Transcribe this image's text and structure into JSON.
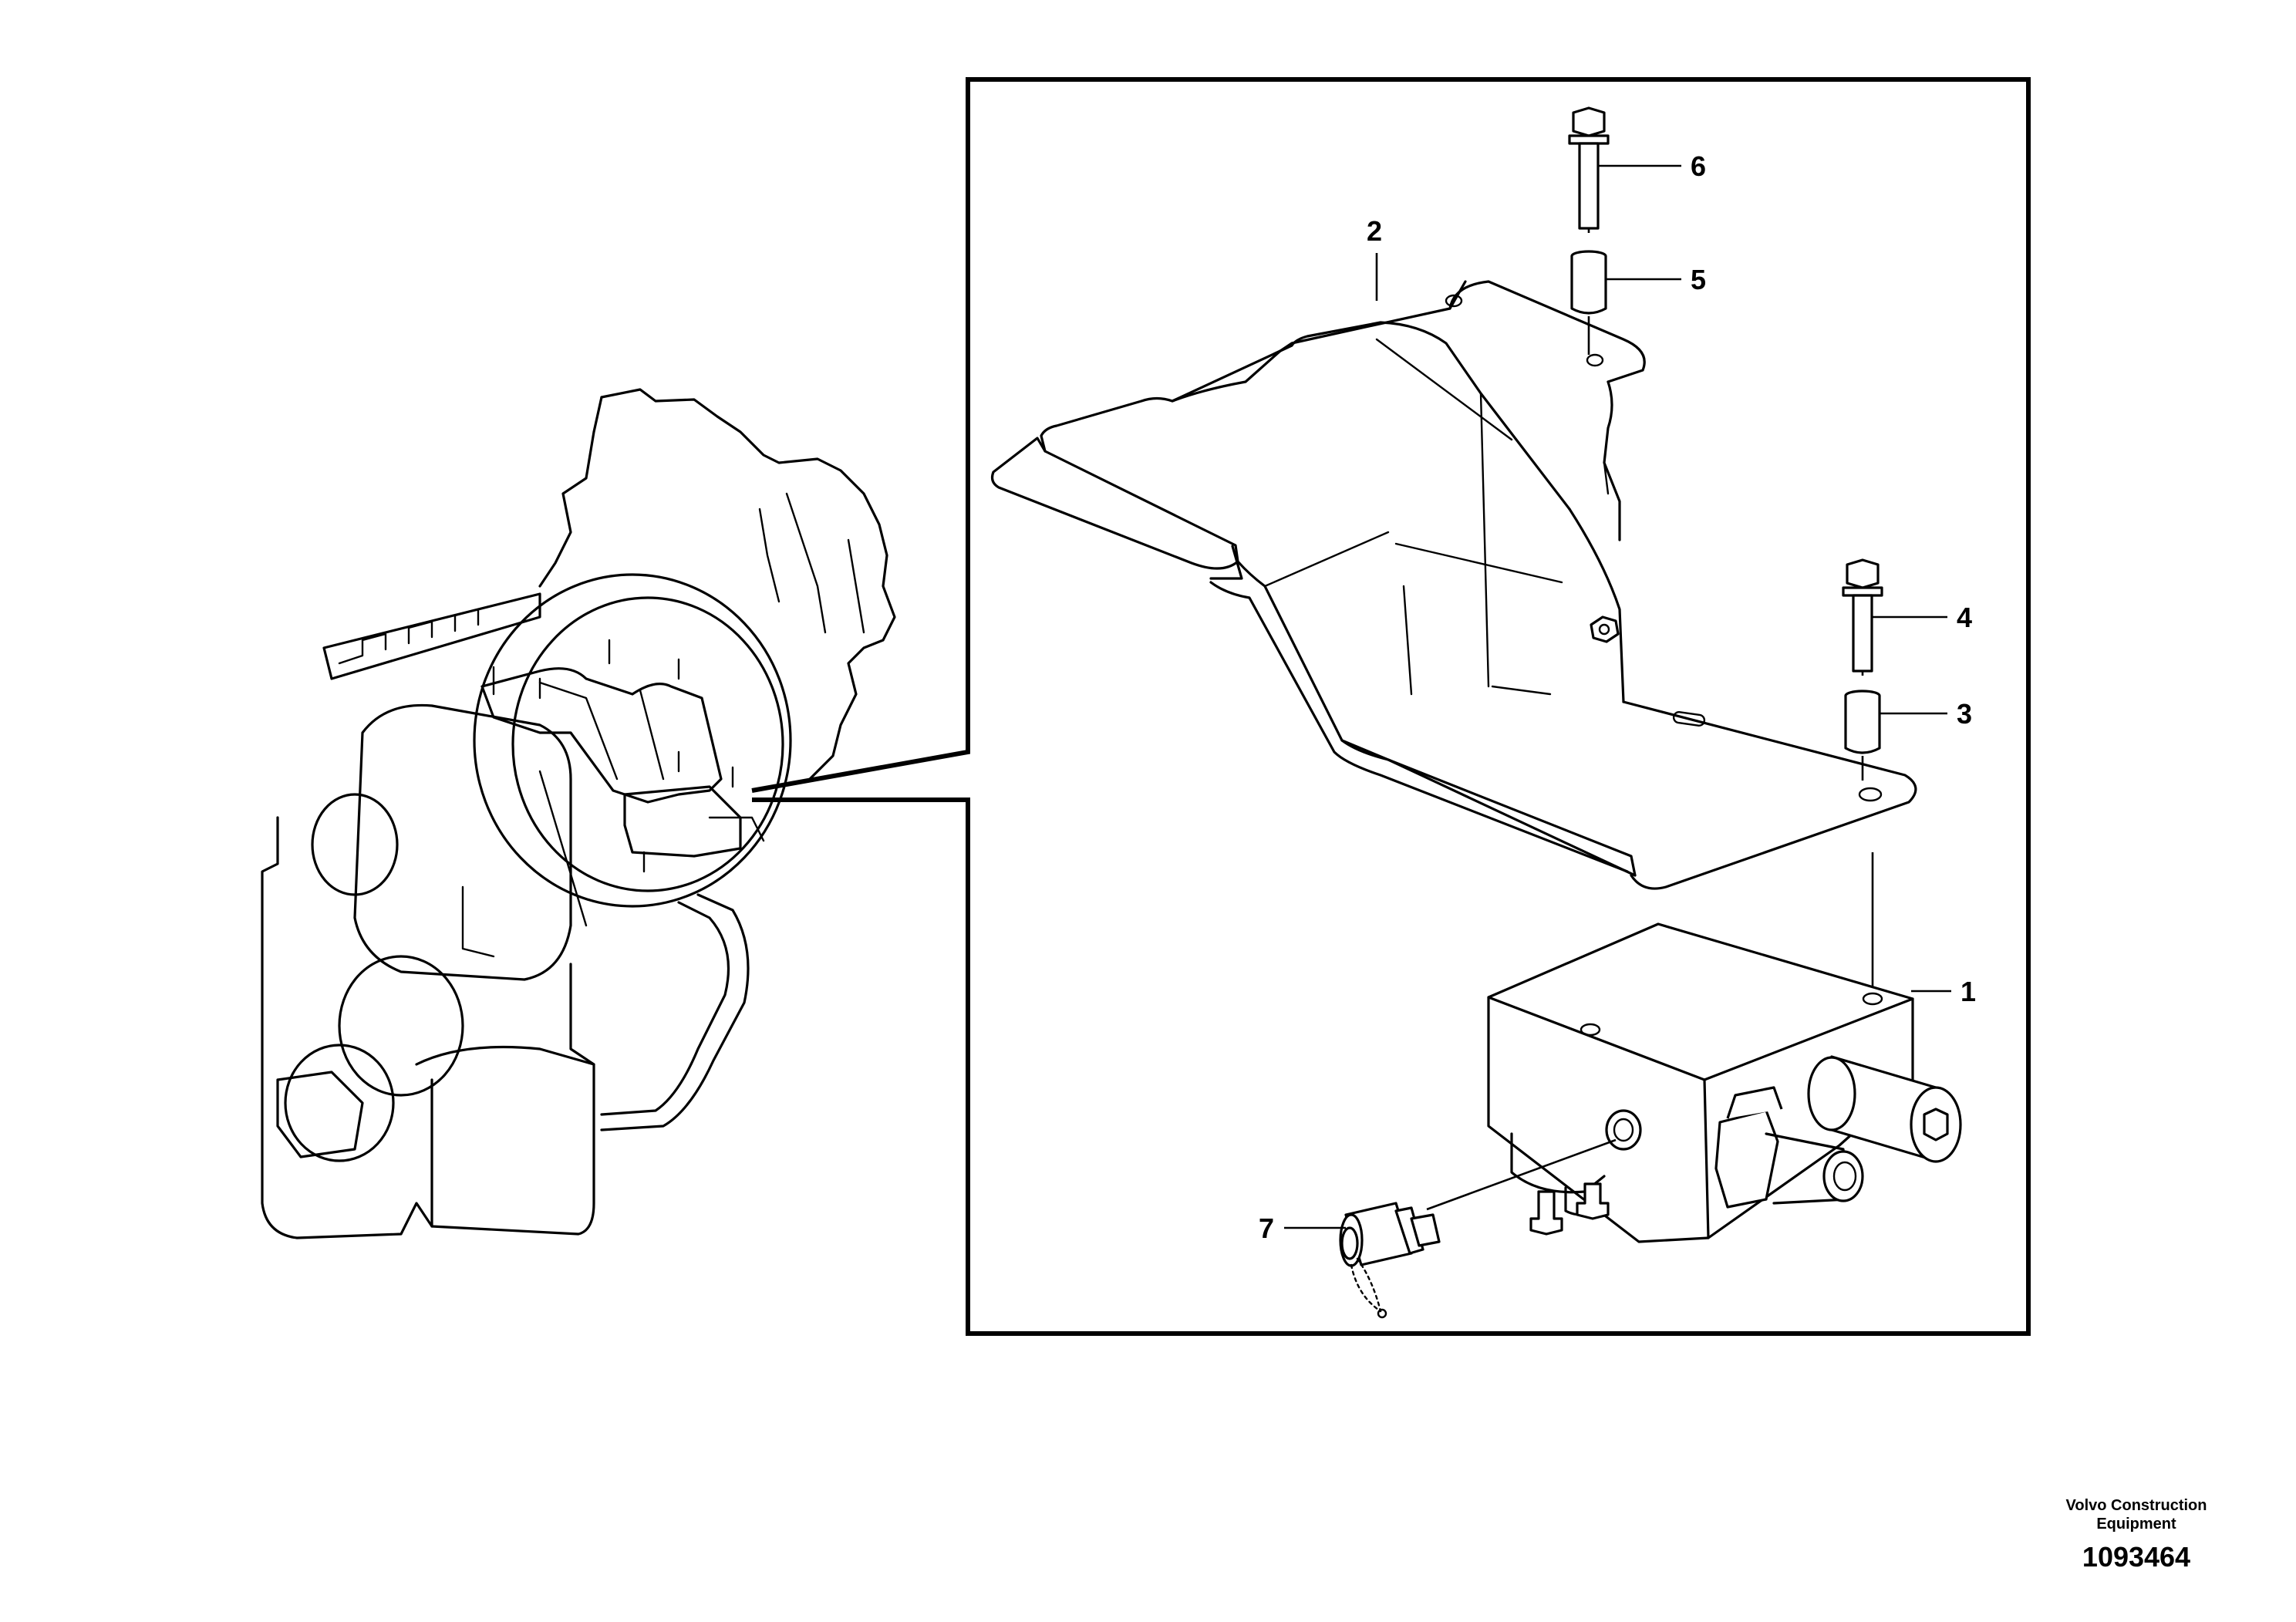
{
  "callouts": [
    {
      "id": "1",
      "label": "1"
    },
    {
      "id": "2",
      "label": "2"
    },
    {
      "id": "3",
      "label": "3"
    },
    {
      "id": "4",
      "label": "4"
    },
    {
      "id": "5",
      "label": "5"
    },
    {
      "id": "6",
      "label": "6"
    },
    {
      "id": "7",
      "label": "7"
    }
  ],
  "footer": {
    "company_line1": "Volvo Construction",
    "company_line2": "Equipment",
    "doc_number": "1093464"
  },
  "colors": {
    "ink": "#000000",
    "paper": "#ffffff"
  }
}
